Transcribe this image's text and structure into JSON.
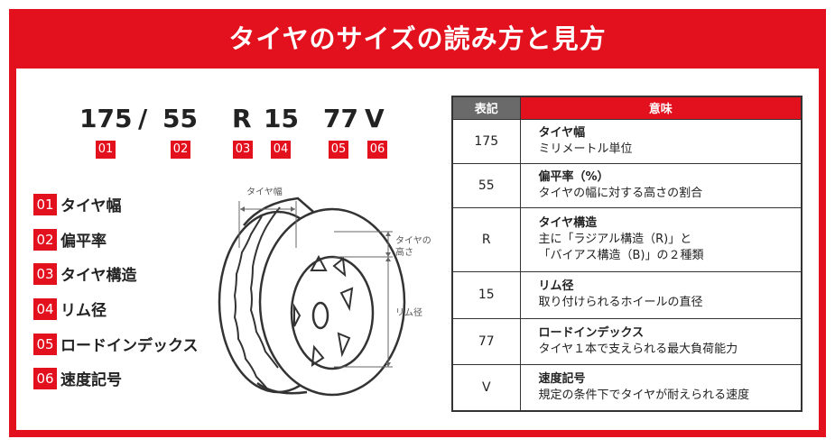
{
  "title": "タイヤのサイズの読み方と見方",
  "codes": [
    {
      "text": "175",
      "num": "01"
    },
    {
      "text": "/",
      "num": ""
    },
    {
      "text": "55",
      "num": "02"
    },
    {
      "text": "R",
      "num": "03"
    },
    {
      "text": "15",
      "num": "04"
    },
    {
      "text": "77",
      "num": "05"
    },
    {
      "text": "V",
      "num": "06"
    }
  ],
  "list": [
    {
      "num": "01",
      "label": "タイヤ幅"
    },
    {
      "num": "02",
      "label": "偏平率"
    },
    {
      "num": "03",
      "label": "タイヤ構造"
    },
    {
      "num": "04",
      "label": "リム径"
    },
    {
      "num": "05",
      "label": "ロードインデックス"
    },
    {
      "num": "06",
      "label": "速度記号"
    }
  ],
  "diagram": {
    "width_label": "タイヤ幅",
    "height_label_1": "タイヤの",
    "height_label_2": "高さ",
    "rim_label": "リム径"
  },
  "table": {
    "headers": [
      "表記",
      "意味"
    ],
    "rows": [
      {
        "code": "175",
        "title": "タイヤ幅",
        "desc": [
          "ミリメートル単位"
        ]
      },
      {
        "code": "55",
        "title": "偏平率（%）",
        "desc": [
          "タイヤの幅に対する高さの割合"
        ]
      },
      {
        "code": "R",
        "title": "タイヤ構造",
        "desc": [
          "主に「ラジアル構造（R)」と",
          "「バイアス構造（B)」の２種類"
        ]
      },
      {
        "code": "15",
        "title": "リム径",
        "desc": [
          "取り付けられるホイールの直径"
        ]
      },
      {
        "code": "77",
        "title": "ロードインデックス",
        "desc": [
          "タイヤ１本で支えられる最大負荷能力"
        ]
      },
      {
        "code": "V",
        "title": "速度記号",
        "desc": [
          "規定の条件下でタイヤが耐えられる速度"
        ]
      }
    ]
  },
  "colors": {
    "accent": "#e3101d",
    "header_gray": "#6a6a6a"
  }
}
